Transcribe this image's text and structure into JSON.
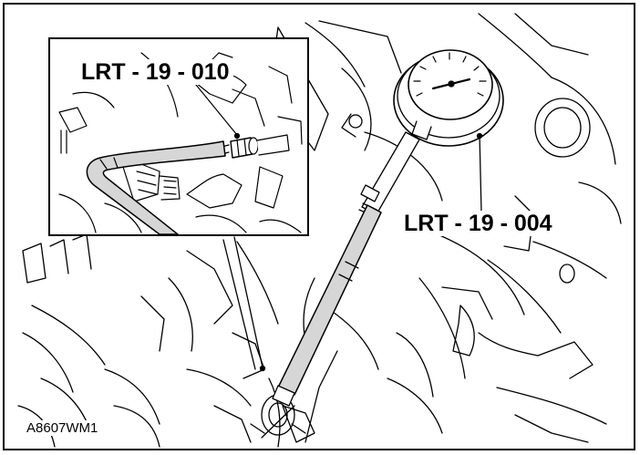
{
  "figure": {
    "callouts": [
      {
        "id": "inset-tool",
        "text": "LRT - 19 - 010"
      },
      {
        "id": "gauge-tool",
        "text": "LRT - 19 - 004"
      }
    ],
    "figure_code": "A8607WM1"
  },
  "colors": {
    "line": "#000000",
    "hose_fill": "#d6d6d6",
    "background": "#ffffff"
  },
  "icons": [
    "pressure-gauge-icon",
    "gauge-needle-icon",
    "fuel-hose-icon",
    "quick-release-connector-icon"
  ]
}
